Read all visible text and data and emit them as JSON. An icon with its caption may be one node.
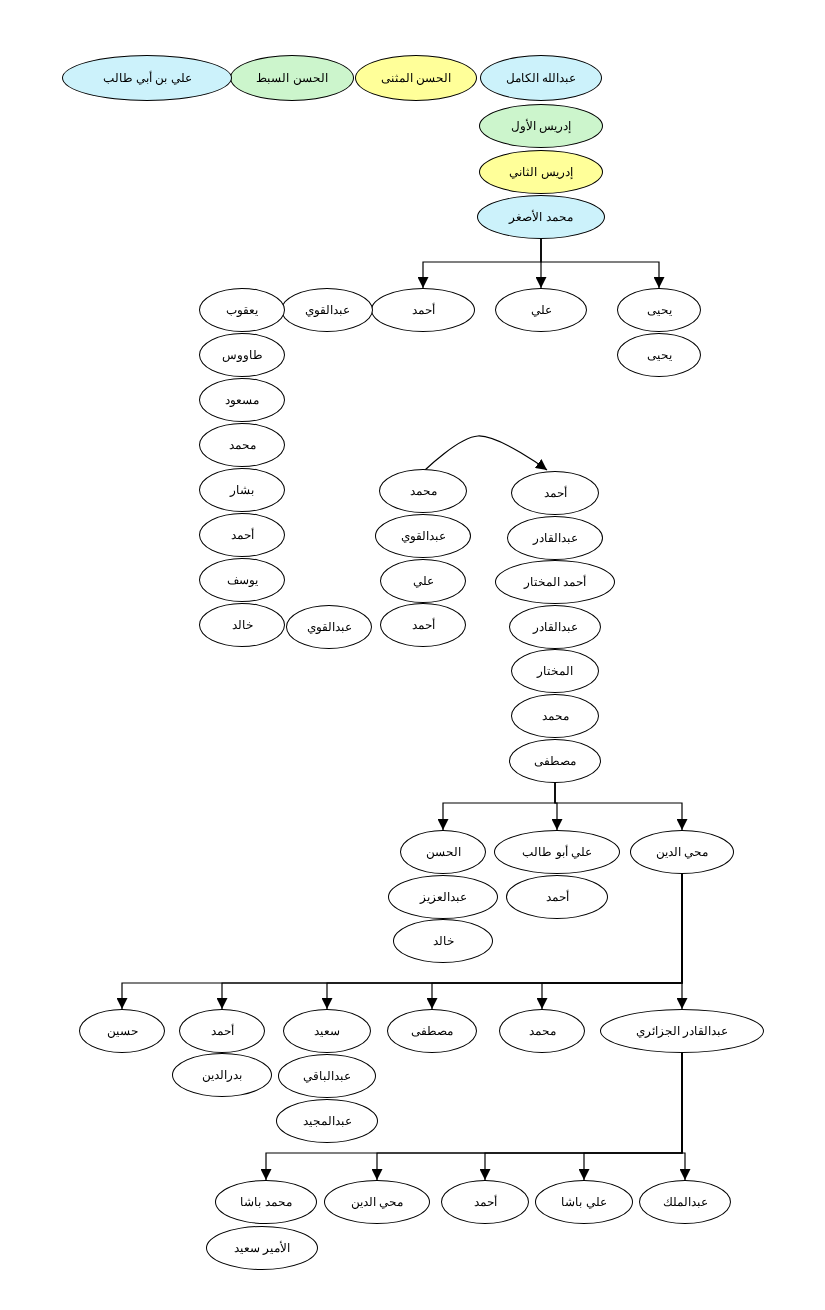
{
  "diagram": {
    "nodes": [
      {
        "text": [
          "عبدالله الكامل"
        ]
      },
      {
        "text": [
          "الحسن المثنى"
        ]
      },
      {
        "text": [
          "الحسن السبط"
        ]
      },
      {
        "text": [
          "علي بن أبي طالب"
        ]
      },
      {
        "text": [
          "إدريس الأول"
        ]
      },
      {
        "text": [
          "إدريس الثاني"
        ]
      },
      {
        "text": [
          "محمد الأصغر"
        ]
      },
      {
        "text": [
          "يحيى"
        ]
      },
      {
        "text": [
          "علي"
        ]
      },
      {
        "text": [
          "أحمد"
        ]
      },
      {
        "text": [
          "عبدالقوي"
        ]
      },
      {
        "text": [
          "يعقوب"
        ]
      },
      {
        "text": [
          "يحيى"
        ]
      },
      {
        "text": [
          "طاووس"
        ]
      },
      {
        "text": [
          "مسعود"
        ]
      },
      {
        "text": [
          "محمد"
        ]
      },
      {
        "text": [
          "بشار"
        ]
      },
      {
        "text": [
          "أحمد"
        ]
      },
      {
        "text": [
          "يوسف"
        ]
      },
      {
        "text": [
          "خالد"
        ]
      },
      {
        "text": [
          "عبدالقوي"
        ]
      },
      {
        "text": [
          "أحمد"
        ]
      },
      {
        "text": [
          "علي"
        ]
      },
      {
        "text": [
          "عبدالقوي"
        ]
      },
      {
        "text": [
          "محمد"
        ]
      },
      {
        "text": [
          "أحمد"
        ]
      },
      {
        "text": [
          "عبدالقادر"
        ]
      },
      {
        "text": [
          "أحمد المختار"
        ]
      },
      {
        "text": [
          "عبدالقادر"
        ]
      },
      {
        "text": [
          "المختار"
        ]
      },
      {
        "text": [
          "محمد"
        ]
      },
      {
        "text": [
          "مصطفى"
        ]
      },
      {
        "text": [
          "محي الدين"
        ]
      },
      {
        "text": [
          "علي أبو طالب"
        ]
      },
      {
        "text": [
          "الحسن"
        ]
      },
      {
        "text": [
          "أحمد"
        ]
      },
      {
        "text": [
          "عبدالعزيز"
        ]
      },
      {
        "text": [
          "خالد"
        ]
      },
      {
        "text": [
          "عبدالقادر الجزائري"
        ]
      },
      {
        "text": [
          "محمد"
        ]
      },
      {
        "text": [
          "مصطفى"
        ]
      },
      {
        "text": [
          "سعيد"
        ]
      },
      {
        "text": [
          "أحمد"
        ]
      },
      {
        "text": [
          "حسين"
        ]
      },
      {
        "text": [
          "بدرالدين"
        ]
      },
      {
        "text": [
          "عبدالباقي"
        ]
      },
      {
        "text": [
          "عبدالمجيد"
        ]
      },
      {
        "text": [
          "عبدالملك"
        ]
      },
      {
        "text": [
          "علي باشا"
        ]
      },
      {
        "text": [
          "أحمد"
        ]
      },
      {
        "text": [
          "محي الدين"
        ]
      },
      {
        "text": [
          "محمد باشا"
        ]
      },
      {
        "text": [
          "الأمير سعيد"
        ]
      }
    ],
    "edges": [
      {
        "from": 6,
        "to": 7,
        "arrow": "to"
      },
      {
        "from": 6,
        "to": 8,
        "arrow": "to"
      },
      {
        "from": 6,
        "to": 9,
        "arrow": "to"
      },
      {
        "from": 24,
        "to": 25,
        "arrow": "to"
      },
      {
        "from": 31,
        "to": 32,
        "arrow": "to"
      },
      {
        "from": 31,
        "to": 33,
        "arrow": "to"
      },
      {
        "from": 31,
        "to": 34,
        "arrow": "to"
      },
      {
        "from": 32,
        "to": 38,
        "arrow": "to"
      },
      {
        "from": 32,
        "to": 39,
        "arrow": "to"
      },
      {
        "from": 32,
        "to": 40,
        "arrow": "to"
      },
      {
        "from": 32,
        "to": 41,
        "arrow": "to"
      },
      {
        "from": 32,
        "to": 42,
        "arrow": "to"
      },
      {
        "from": 32,
        "to": 43,
        "arrow": "to"
      },
      {
        "from": 38,
        "to": 47,
        "arrow": "to"
      },
      {
        "from": 38,
        "to": 48,
        "arrow": "to"
      },
      {
        "from": 38,
        "to": 49,
        "arrow": "to"
      },
      {
        "from": 38,
        "to": 50,
        "arrow": "to"
      },
      {
        "from": 38,
        "to": 51,
        "arrow": "to"
      }
    ]
  }
}
